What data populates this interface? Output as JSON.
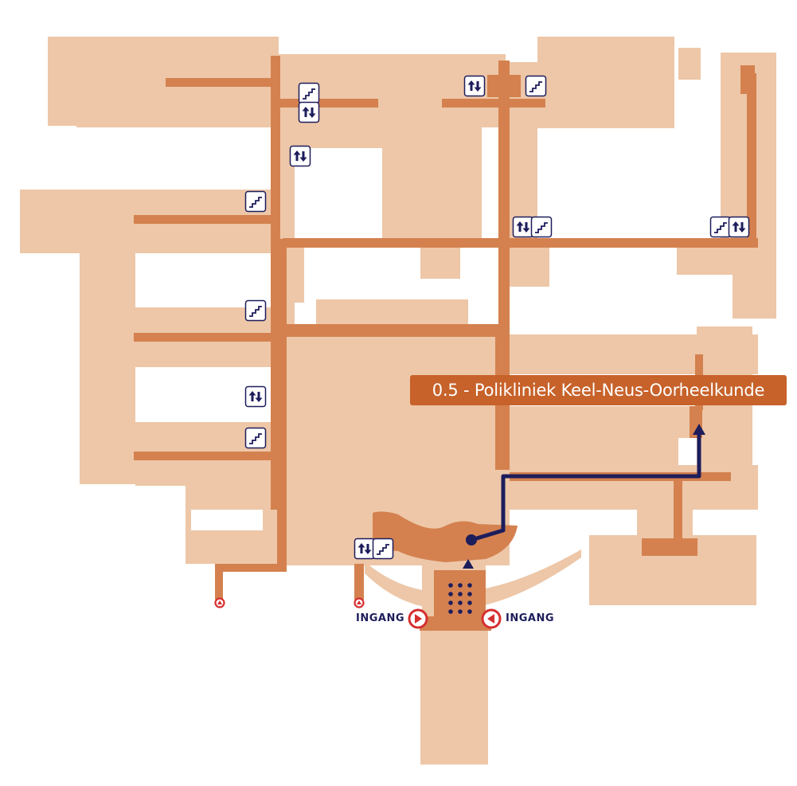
{
  "destination": {
    "label": "0.5 - Polikliniek Keel-Neus-Oorheelkunde"
  },
  "entrances": [
    {
      "label": "INGANG"
    },
    {
      "label": "INGANG"
    }
  ],
  "icons": {
    "stairs": "stairs-icon",
    "elevator": "elevator-icon",
    "entrance_arrow": "entrance-arrow-icon",
    "entrance_marker": "entrance-marker-icon"
  },
  "colors": {
    "building": "#edc7a8",
    "corridor": "#d4814f",
    "route": "#1d1d5c",
    "destination": "#c7622a",
    "entrance": "#d62f2f"
  }
}
